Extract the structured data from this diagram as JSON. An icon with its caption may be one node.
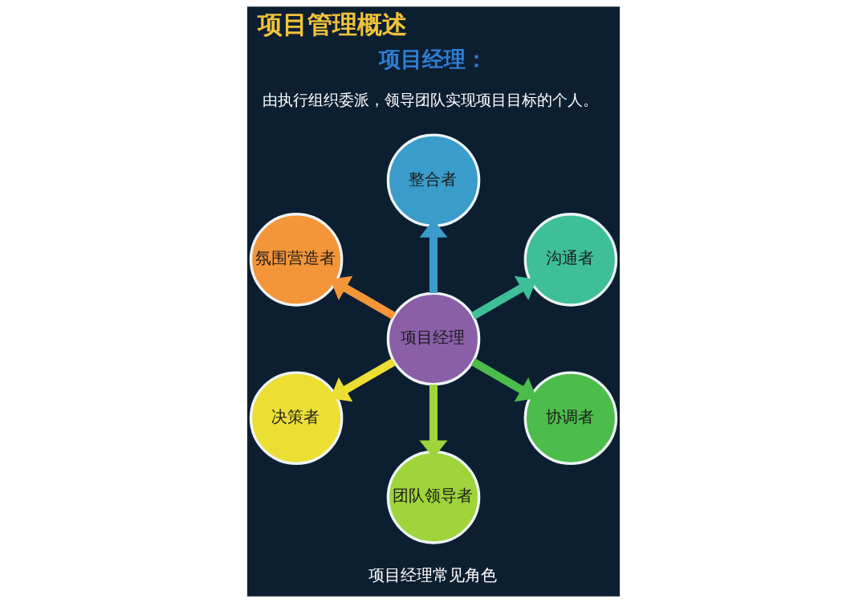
{
  "diagram": {
    "title": "项目管理概述",
    "caption": "项目经理常见角色",
    "nodes": [
      {
        "text": [
          "项目经理"
        ]
      },
      {
        "text": [
          "整合者"
        ]
      },
      {
        "text": [
          "沟通者"
        ]
      },
      {
        "text": [
          "协调者"
        ]
      },
      {
        "text": [
          "团队领导者"
        ]
      },
      {
        "text": [
          "决策者"
        ]
      },
      {
        "text": [
          "氛围营造者"
        ]
      }
    ],
    "edges": [
      {
        "from": 0,
        "to": 1,
        "arrow": "to",
        "color": "#3a9cca"
      },
      {
        "from": 0,
        "to": 2,
        "arrow": "to",
        "color": "#3fbf98"
      },
      {
        "from": 0,
        "to": 3,
        "arrow": "to",
        "color": "#4cbc4a"
      },
      {
        "from": 0,
        "to": 4,
        "arrow": "to",
        "color": "#9fd43a"
      },
      {
        "from": 0,
        "to": 5,
        "arrow": "to",
        "color": "#ecdf34"
      },
      {
        "from": 0,
        "to": 6,
        "arrow": "to",
        "color": "#f5953a"
      }
    ],
    "labels": [
      "项目经理：",
      "由执行组织委派，领导团队实现项目目标的个人。"
    ]
  }
}
